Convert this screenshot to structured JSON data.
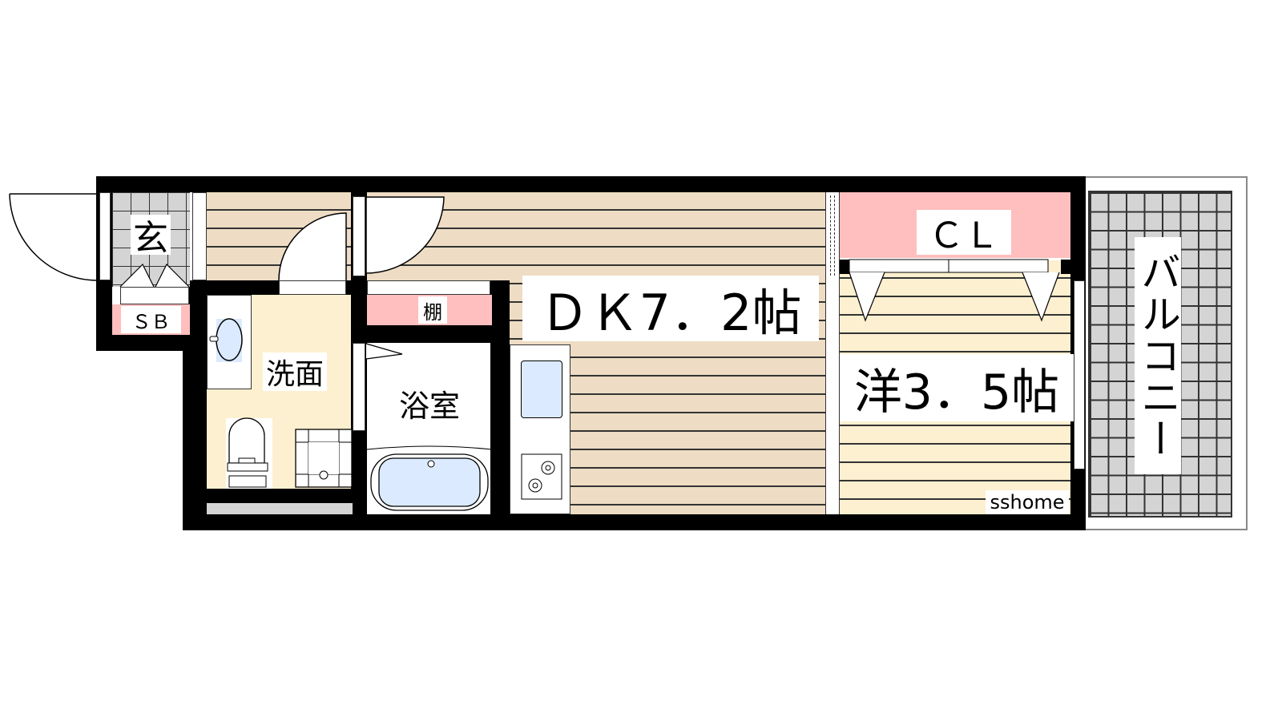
{
  "rooms": {
    "entrance": "玄",
    "shoe_box": "ＳＢ",
    "shelf": "棚",
    "washroom": "洗面",
    "bathroom": "浴室",
    "dining_kitchen": "ＤＫ7．2帖",
    "closet": "ＣＬ",
    "western_room": "洋3．5帖",
    "balcony": "バルコニー"
  },
  "watermark": "sshome",
  "colors": {
    "wall": "#000000",
    "floor_dk": "#eeddc4",
    "floor_western": "#fdf0d0",
    "storage": "#ffbfbf",
    "tile": "#d4d4d4",
    "fixture": "#dbeafe"
  }
}
